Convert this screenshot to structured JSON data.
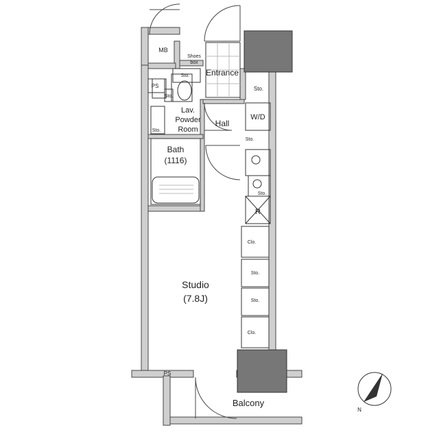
{
  "labels": {
    "mb": "MB",
    "shoes_box_line1": "Shoes",
    "shoes_box_line2": "box",
    "entrance": "Entrance",
    "sto_entrance": "Sto.",
    "ps_top": "PS",
    "sto_lav_top": "Sto.",
    "sto_lav_side": "Sto.",
    "sto_lav_bottom": "Sto.",
    "lav_line1": "Lav.",
    "lav_line2": "Powder",
    "lav_line3": "Room",
    "hall": "Hall",
    "wd": "W/D",
    "sto_hall": "Sto.",
    "bath_line1": "Bath",
    "bath_line2": "(1116)",
    "sto_kitchen": "Sto.",
    "fridge": "R",
    "clo_1": "Clo.",
    "sto_1": "Sto.",
    "sto_2": "Sto.",
    "clo_2": "Clo.",
    "studio_line1": "Studio",
    "studio_line2": "(7.8J)",
    "ps_bottom": "PS",
    "balcony": "Balcony",
    "compass_n": "N"
  },
  "colors": {
    "wall": "#cfcfcf",
    "column": "#777777",
    "line": "#333333"
  }
}
